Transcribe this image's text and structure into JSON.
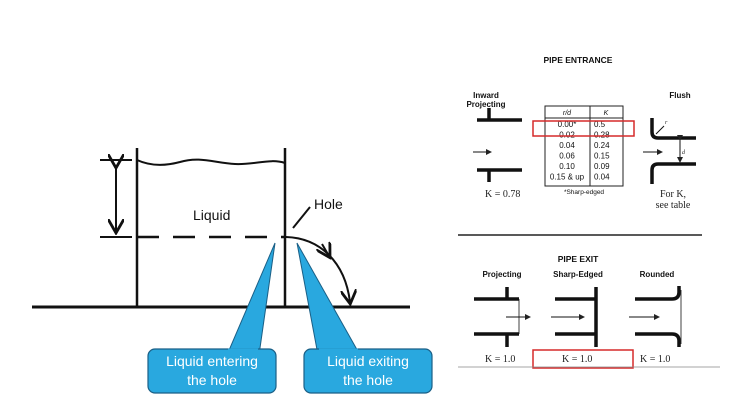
{
  "tank_diagram": {
    "liquid_label": "Liquid",
    "hole_label": "Hole",
    "callouts": [
      {
        "line1": "Liquid entering",
        "line2": "the hole"
      },
      {
        "line1": "Liquid exiting",
        "line2": "the hole"
      }
    ],
    "callout_color": "#29a8df",
    "callout_border": "#1a5f86"
  },
  "pipe_entrance": {
    "title": "PIPE ENTRANCE",
    "inward": {
      "line1": "Inward",
      "line2": "Projecting",
      "k": "K = 0.78"
    },
    "flush": {
      "label": "Flush",
      "k_line1": "For K,",
      "k_line2": "see table",
      "r": "r",
      "d": "d"
    },
    "table": {
      "headers": [
        "r/d",
        "K"
      ],
      "rows": [
        [
          "0.00*",
          "0.5"
        ],
        [
          "0.02",
          "0.28"
        ],
        [
          "0.04",
          "0.24"
        ],
        [
          "0.06",
          "0.15"
        ],
        [
          "0.10",
          "0.09"
        ],
        [
          "0.15 & up",
          "0.04"
        ]
      ],
      "footnote": "*Sharp-edged",
      "highlighted_row": 0
    }
  },
  "pipe_exit": {
    "title": "PIPE EXIT",
    "types": [
      {
        "label": "Projecting",
        "k": "K = 1.0"
      },
      {
        "label": "Sharp-Edged",
        "k": "K = 1.0"
      },
      {
        "label": "Rounded",
        "k": "K = 1.0"
      }
    ],
    "highlighted_index": 1
  },
  "highlight_color": "#d62a2a"
}
